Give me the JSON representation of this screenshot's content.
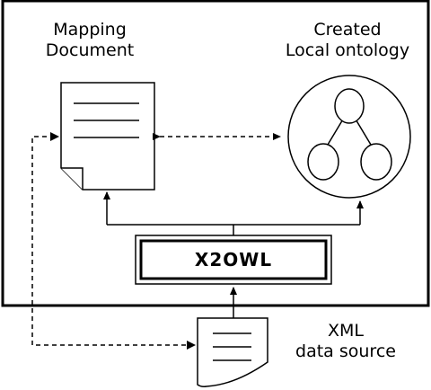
{
  "labels": {
    "mapping_line1": "Mapping",
    "mapping_line2": "Document",
    "ontology_line1": "Created",
    "ontology_line2": "Local ontology",
    "source_line1": "XML",
    "source_line2": "data source"
  },
  "tool": {
    "name": "X2OWL"
  }
}
